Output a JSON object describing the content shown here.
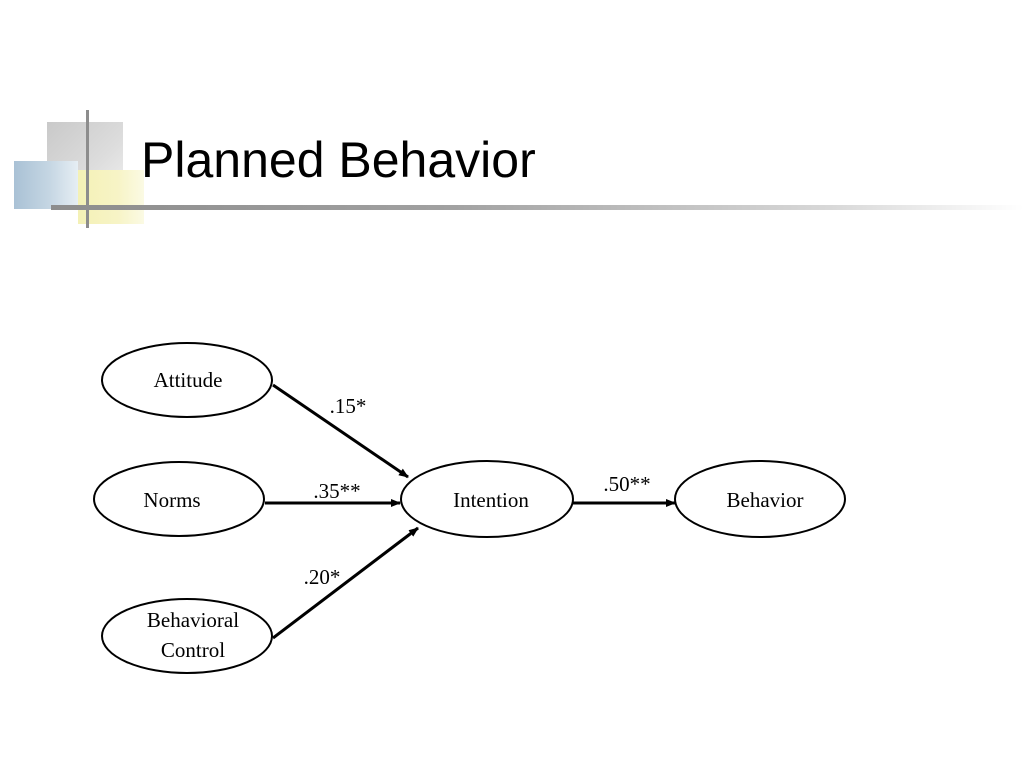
{
  "title": "Planned Behavior",
  "nodes": {
    "attitude": "Attitude",
    "norms": "Norms",
    "behavioral_control_line1": "Behavioral",
    "behavioral_control_line2": "Control",
    "intention": "Intention",
    "behavior": "Behavior"
  },
  "edges": {
    "attitude_to_intention": ".15*",
    "norms_to_intention": ".35**",
    "control_to_intention": ".20*",
    "intention_to_behavior": ".50**"
  },
  "colors": {
    "text": "#000000",
    "background": "#ffffff",
    "accent_gray": "#8d8d8d",
    "accent_yellow": "#f4f1b6",
    "accent_blue": "#a9c1d5"
  }
}
